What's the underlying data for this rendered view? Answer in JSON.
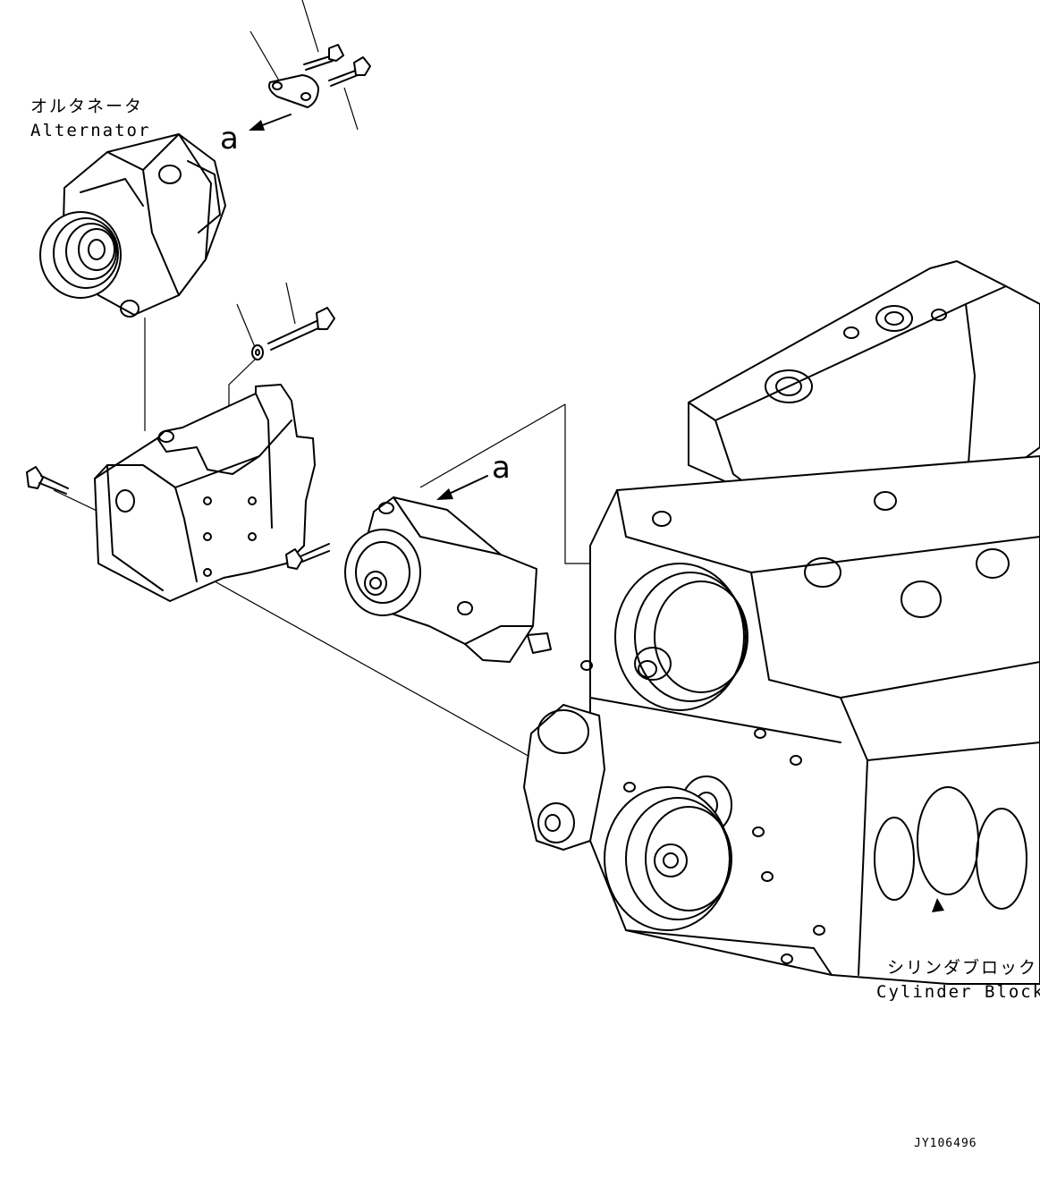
{
  "labels": {
    "alternator_jp": "オルタネータ",
    "alternator_en": "Alternator",
    "cylinder_block_jp": "シリンダブロック",
    "cylinder_block_en": "Cylinder Block",
    "ref_a_top": "a",
    "ref_a_mid": "a",
    "figure_id": "JY106496"
  }
}
